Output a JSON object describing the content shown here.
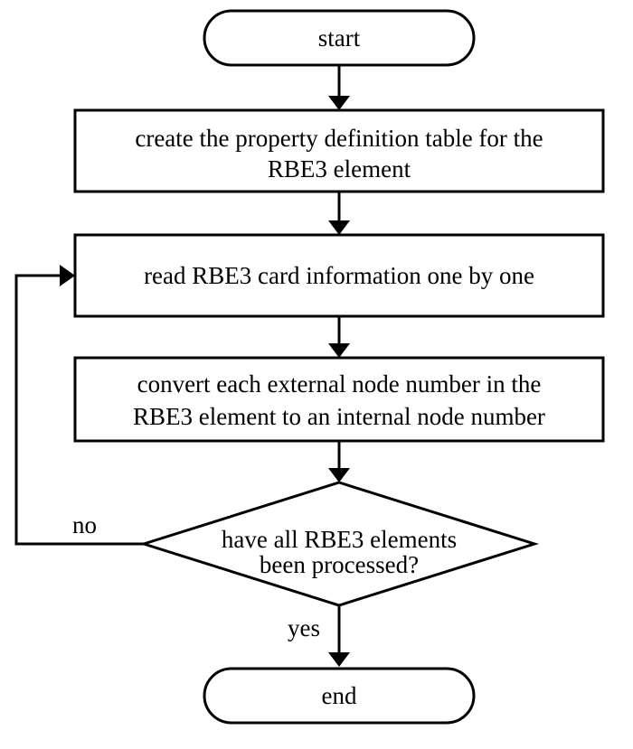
{
  "flowchart": {
    "nodes": {
      "start": {
        "label": "start"
      },
      "create_table": {
        "line1": "create the property definition table for the",
        "line2": "RBE3 element"
      },
      "read_card": {
        "label": "read RBE3 card information one by one"
      },
      "convert_nodes": {
        "line1": "convert each external node number in the",
        "line2": "RBE3 element to an internal node number"
      },
      "decision": {
        "line1": "have all RBE3 elements",
        "line2": "been processed?"
      },
      "end": {
        "label": "end"
      }
    },
    "edges": {
      "no_label": "no",
      "yes_label": "yes"
    }
  }
}
